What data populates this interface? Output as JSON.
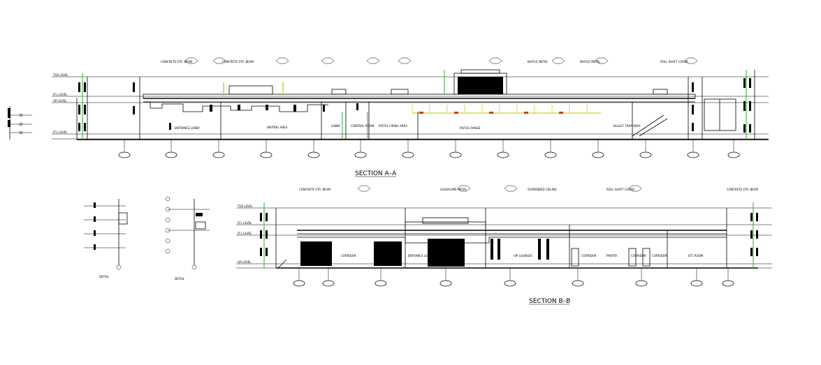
{
  "drawing": {
    "section_aa": {
      "title": "SECTION A–A",
      "callouts": [
        "CONCRETE STR. BEAM",
        "CONCRETE STR. BEAM",
        "BAFFLE METAL",
        "BAFFLE METAL",
        "ROLL SHAFT COVER"
      ],
      "rooms": [
        "ENTRANCE LOBBY",
        "WAITING AREA",
        "LOBBY",
        "CONTROL ROOM",
        "PISTOL FIRING AREA",
        "PISTOL RANGE",
        "BULLET TRAP AREA"
      ],
      "level_labels": [
        "TOS LEVEL",
        "FFL LEVEL",
        "GR LEVEL",
        "FFL LEVEL"
      ]
    },
    "section_bb": {
      "title": "SECTION B–B",
      "callouts": [
        "CONCRETE STR. BEAM",
        "GALVALUME METAL",
        "SUSPENDED CEILING",
        "ROLL SHAFT COVER",
        "CONCRETE STR. BEAM"
      ],
      "rooms": [
        "CORRIDOR",
        "ENTRANCE LOBBY",
        "VIP LOUNGES",
        "CORRIDOR",
        "PANTRY",
        "CORRIDOR",
        "CORRIDOR",
        "ETC ROOM"
      ],
      "level_labels": [
        "TOS LEVEL",
        "FFL LEVEL",
        "FFL LEVEL",
        "GR LEVEL"
      ]
    },
    "details": {
      "detail_1_label": "DETAIL",
      "detail_2_label": "DETAIL"
    }
  },
  "colors": {
    "line": "#000000",
    "grid_marker": "#21b321",
    "light_fixture": "#d1d12c",
    "light_accent": "#cc3a2a",
    "background": "#ffffff"
  }
}
